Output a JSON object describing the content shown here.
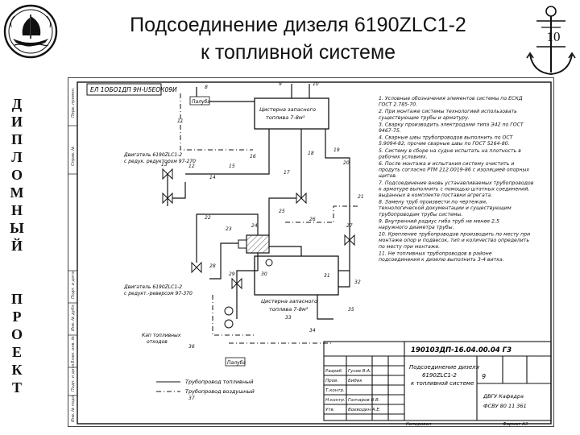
{
  "slide": {
    "title_line1": "Подсоединение дизеля 6190ZLC1-2",
    "title_line2": "к топливной системе",
    "page_number": "10",
    "side_word1": [
      "Д",
      "И",
      "П",
      "Л",
      "О",
      "М",
      "Н",
      "Ы",
      "Й"
    ],
    "side_word2": [
      "П",
      "Р",
      "О",
      "Е",
      "К",
      "Т"
    ]
  },
  "drawing": {
    "stamp_code": "ЕЛ 1ОБО1ДП 9Н-U5ЕОК09И",
    "tank_top": [
      "Цистерна запасного",
      "топлива 7-8м³"
    ],
    "tank_bottom": [
      "Цистерна запасного",
      "топлива 7-8м³"
    ],
    "label_engine1": [
      "Двигатель 6190ZLC1-2",
      "с редук. редуктором 97-270"
    ],
    "label_engine2": [
      "Двигатель 6190ZLC1-2",
      "с редукт.-реверсом 97-370"
    ],
    "label_pan": [
      "Кап топливных",
      "отходов"
    ],
    "label_port_a": "Палуба",
    "label_port_b": "Палуба",
    "legend_line1": "Трубопровод топливный",
    "legend_line2": "Трубопровод воздушный",
    "notes": [
      "1. Условные обозначения элементов системы по ЕСКД ГОСТ 2.785-70.",
      "2. При монтаже системы технологией использовать существующие трубы и арматуру.",
      "3. Сварку производить электродами типа Э42 по ГОСТ 9467-75.",
      "4. Сварные швы трубопроводов выполнить по ОСТ 5.9094-82, прочие сварные швы по ГОСТ 5264-80.",
      "5. Систему в сборе на судне испытать на плотность в рабочих условиях.",
      "6. После монтажа и испытания систему очистить и продуть согласно РТМ 212.0019-86 с изоляцией опорных щитов.",
      "7. Подсоединение вновь устанавливаемых трубопроводов к арматуре выполнить с помощью штатных соединений, выданных в комплекте поставки агрегата.",
      "8. Замену труб произвести по чертежам, технологической документации и существующим трубопроводам трубы системы.",
      "9. Внутренний радиус гиба труб не менее 2,5 наружного диаметра трубы.",
      "10. Крепление трубопроводов производить по месту при монтаже опор и подвесок, тип и количество определить по месту при монтаже.",
      "11. Не топливных трубопроводов в районе подсоединения к дизелю выполнить 3-4 витка."
    ],
    "title_block": {
      "doc_code": "190103ДП-16.04.00.04 Г3",
      "doc_title": [
        "Подсоединение дизеля",
        "6190ZLC1-2",
        "к топливной системе"
      ],
      "sheet": "9",
      "org": [
        "ДВГУ Кафедра",
        "ФСВУ 80 11 361"
      ],
      "roles": [
        "Разраб.",
        "Пров.",
        "Т.контр.",
        "Н.контр.",
        "Утв."
      ],
      "names": [
        "Гусев В.А.",
        "Бибик",
        "",
        "Гончаров В.В.",
        "Воеводин А.Е."
      ],
      "footer_left": "Копировал",
      "footer_right": "Формат А3"
    },
    "marks": [
      "8",
      "9",
      "10",
      "11",
      "12",
      "13",
      "14",
      "15",
      "16",
      "17",
      "18",
      "19",
      "20",
      "21",
      "22",
      "23",
      "24",
      "25",
      "26",
      "27",
      "28",
      "29",
      "30",
      "31",
      "32",
      "33",
      "34",
      "35",
      "36",
      "37"
    ]
  }
}
